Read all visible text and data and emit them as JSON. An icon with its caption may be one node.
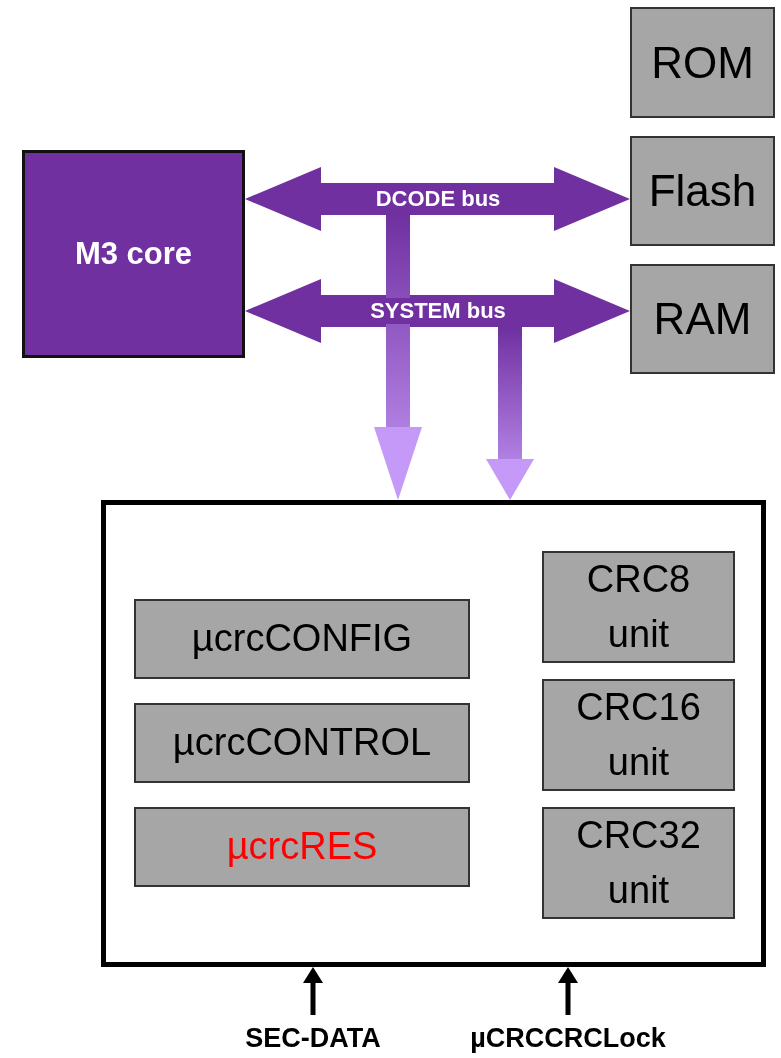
{
  "diagram": {
    "nodes": [
      {
        "text": [
          "M3 core"
        ]
      },
      {
        "text": [
          "ROM"
        ]
      },
      {
        "text": [
          "Flash"
        ]
      },
      {
        "text": [
          "RAM"
        ]
      },
      {
        "text": [],
        "shape": "box"
      },
      {
        "text": [
          "µcrcCONFIG"
        ],
        "in": 4
      },
      {
        "text": [
          "µcrcCONTROL"
        ],
        "in": 4
      },
      {
        "text": [
          "µcrcRES"
        ],
        "in": 4
      },
      {
        "text": [
          "CRC8 unit"
        ],
        "in": 4
      },
      {
        "text": [
          "CRC16 unit"
        ],
        "in": 4
      },
      {
        "text": [
          "CRC32 unit"
        ],
        "in": 4
      },
      {
        "text": [
          "SEC-DATA"
        ]
      },
      {
        "text": [
          "µCRCCRCLock"
        ]
      }
    ],
    "edges": [
      {
        "from": 0,
        "to": 2,
        "arrow": "both",
        "label": "DCODE bus",
        "style": "thick",
        "color": "#7030a0"
      },
      {
        "from": 0,
        "to": 3,
        "arrow": "both",
        "label": "SYSTEM bus",
        "style": "thick",
        "color": "#7030a0"
      },
      {
        "from": null,
        "to": 4,
        "arrow": "to",
        "style": "thick",
        "color": "#c599f7"
      },
      {
        "from": null,
        "to": 4,
        "arrow": "to",
        "style": "thick",
        "color": "#c599f7"
      },
      {
        "from": 11,
        "to": 4,
        "arrow": "to",
        "color": "#000000"
      },
      {
        "from": 12,
        "to": 4,
        "arrow": "to",
        "color": "#000000"
      }
    ]
  }
}
